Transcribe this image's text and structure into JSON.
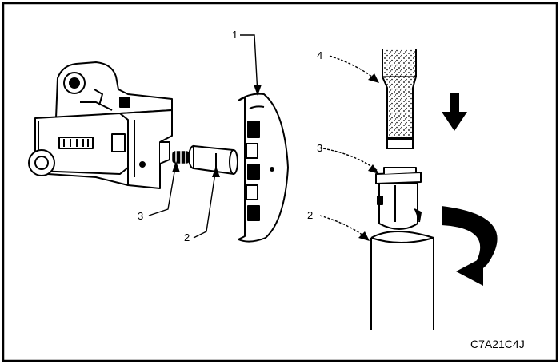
{
  "figure": {
    "code": "C7A21C4J",
    "callouts": {
      "left_1": "1",
      "left_2": "2",
      "left_3": "3",
      "right_4": "4",
      "right_3": "3",
      "right_2": "2"
    }
  },
  "icons": [
    "down-arrow-icon",
    "curved-rotation-arrow-icon"
  ]
}
